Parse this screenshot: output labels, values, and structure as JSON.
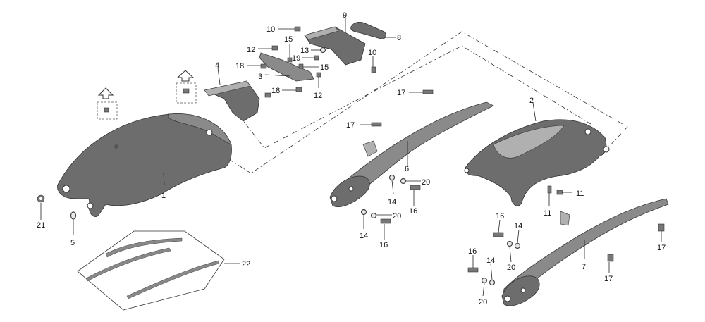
{
  "callouts": [
    {
      "id": "c1",
      "label": "1"
    },
    {
      "id": "c2",
      "label": "2"
    },
    {
      "id": "c3",
      "label": "3"
    },
    {
      "id": "c4",
      "label": "4"
    },
    {
      "id": "c5",
      "label": "5"
    },
    {
      "id": "c6",
      "label": "6"
    },
    {
      "id": "c7",
      "label": "7"
    },
    {
      "id": "c8",
      "label": "8"
    },
    {
      "id": "c9",
      "label": "9"
    },
    {
      "id": "c10a",
      "label": "10"
    },
    {
      "id": "c10b",
      "label": "10"
    },
    {
      "id": "c11a",
      "label": "11"
    },
    {
      "id": "c11b",
      "label": "11"
    },
    {
      "id": "c12a",
      "label": "12"
    },
    {
      "id": "c12b",
      "label": "12"
    },
    {
      "id": "c13",
      "label": "13"
    },
    {
      "id": "c14a",
      "label": "14"
    },
    {
      "id": "c14b",
      "label": "14"
    },
    {
      "id": "c14c",
      "label": "14"
    },
    {
      "id": "c14d",
      "label": "14"
    },
    {
      "id": "c15a",
      "label": "15"
    },
    {
      "id": "c15b",
      "label": "15"
    },
    {
      "id": "c16a",
      "label": "16"
    },
    {
      "id": "c16b",
      "label": "16"
    },
    {
      "id": "c16c",
      "label": "16"
    },
    {
      "id": "c16d",
      "label": "16"
    },
    {
      "id": "c17a",
      "label": "17"
    },
    {
      "id": "c17b",
      "label": "17"
    },
    {
      "id": "c17c",
      "label": "17"
    },
    {
      "id": "c17d",
      "label": "17"
    },
    {
      "id": "c18a",
      "label": "18"
    },
    {
      "id": "c18b",
      "label": "18"
    },
    {
      "id": "c19",
      "label": "19"
    },
    {
      "id": "c20a",
      "label": "20"
    },
    {
      "id": "c20b",
      "label": "20"
    },
    {
      "id": "c20c",
      "label": "20"
    },
    {
      "id": "c20d",
      "label": "20"
    },
    {
      "id": "c21",
      "label": "21"
    },
    {
      "id": "c22",
      "label": "22"
    }
  ]
}
